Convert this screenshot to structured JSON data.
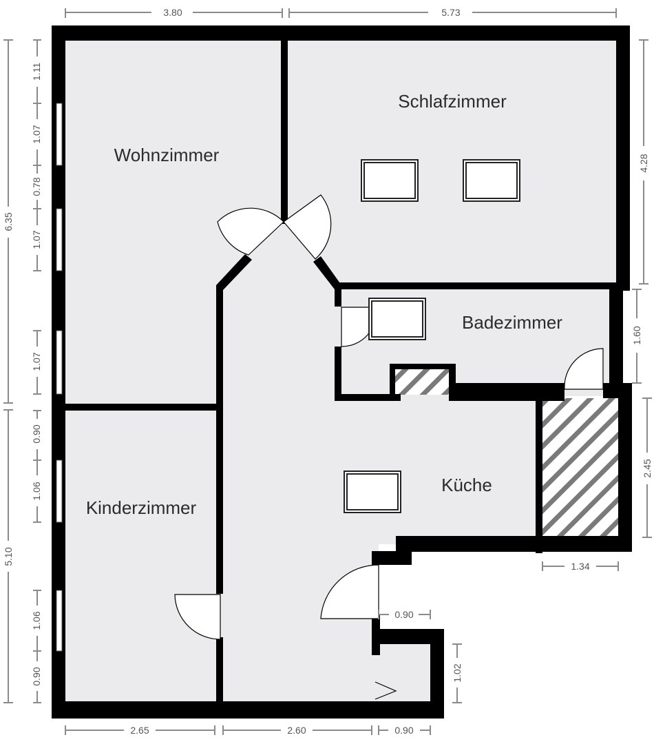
{
  "rooms": {
    "wohnzimmer": "Wohnzimmer",
    "schlafzimmer": "Schlafzimmer",
    "badezimmer": "Badezimmer",
    "kueche": "Küche",
    "kinderzimmer": "Kinderzimmer"
  },
  "dimensions": {
    "top_left": "3.80",
    "top_right": "5.73",
    "right_bedroom": "4.28",
    "right_bath": "1.60",
    "right_storage": "2.45",
    "storage_bottom": "1.34",
    "entry_top": "0.90",
    "entry_side": "1.02",
    "bottom_left": "2.65",
    "bottom_mid": "2.60",
    "bottom_right": "0.90",
    "left_upper_total": "6.35",
    "left_lower_total": "5.10",
    "left_upper_segments": [
      "1.11",
      "1.07",
      "0.78",
      "1.07",
      "1.07"
    ],
    "left_lower_segments": [
      "0.90",
      "1.06",
      "1.06",
      "0.90"
    ]
  },
  "colors": {
    "wall": "#000000",
    "floor": "#ebebed",
    "dimension": "#8a8a8a"
  }
}
